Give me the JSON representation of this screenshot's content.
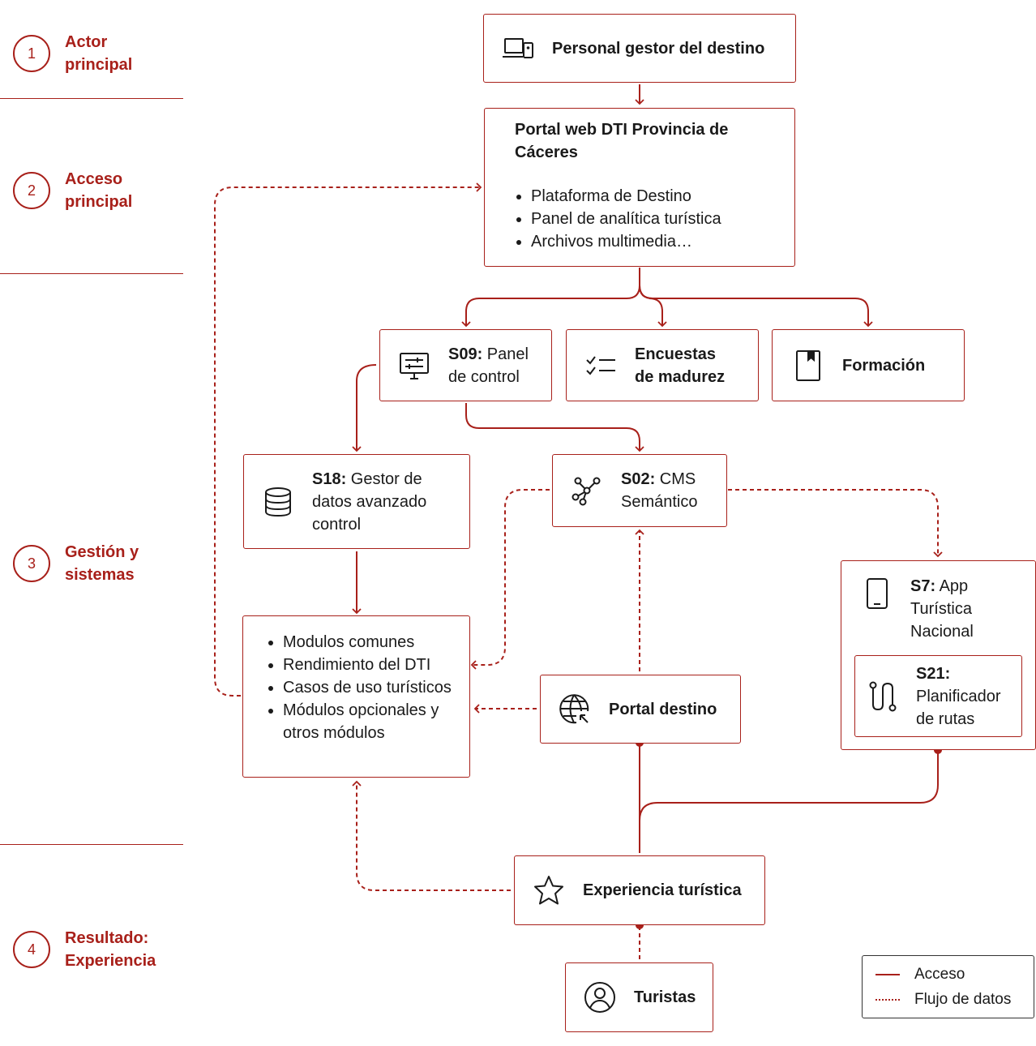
{
  "stages": [
    {
      "number": "1",
      "label_line1": "Actor",
      "label_line2": "principal"
    },
    {
      "number": "2",
      "label_line1": "Acceso",
      "label_line2": "principal"
    },
    {
      "number": "3",
      "label_line1": "Gestión y",
      "label_line2": "sistemas"
    },
    {
      "number": "4",
      "label_line1": "Resultado:",
      "label_line2": "Experiencia"
    }
  ],
  "nodes": {
    "personal": {
      "label": "Personal gestor del destino",
      "icon": "devices-icon"
    },
    "portal_web": {
      "title": "Portal web DTI Provincia de Cáceres",
      "items": [
        "Plataforma de Destino",
        "Panel de analítica turística",
        "Archivos multimedia…"
      ]
    },
    "s09": {
      "code": "S09:",
      "line1": " Panel",
      "line2": "de control",
      "icon": "dashboard-monitor-icon"
    },
    "encuestas": {
      "line1": "Encuestas",
      "line2": "de madurez",
      "icon": "checklist-icon"
    },
    "formacion": {
      "label": "Formación",
      "icon": "book-icon"
    },
    "s18": {
      "code": "S18:",
      "line1": " Gestor de",
      "line2": "datos avanzado",
      "line3": "control",
      "icon": "database-icon"
    },
    "s02": {
      "code": "S02:",
      "line1": " CMS",
      "line2": "Semántico",
      "icon": "share-nodes-icon"
    },
    "modules": {
      "items": [
        "Modulos comunes",
        "Rendimiento del DTI",
        "Casos de uso turísticos",
        "Módulos opcionales y otros módulos"
      ]
    },
    "portal_destino": {
      "label": "Portal destino",
      "icon": "globe-cursor-icon"
    },
    "s7": {
      "code": "S7:",
      "line1": " App",
      "line2": "Turística",
      "line3": "Nacional",
      "icon": "smartphone-icon"
    },
    "s21": {
      "code": "S21:",
      "line1": "Planificador",
      "line2": "de rutas",
      "icon": "route-icon"
    },
    "experiencia": {
      "label": "Experiencia turística",
      "icon": "star-icon"
    },
    "turistas": {
      "label": "Turistas",
      "icon": "user-circle-icon"
    }
  },
  "legend": {
    "solid_label": "Acceso",
    "dashed_label": "Flujo de datos"
  },
  "colors": {
    "accent": "#a8201a",
    "text": "#1a1a1a"
  }
}
